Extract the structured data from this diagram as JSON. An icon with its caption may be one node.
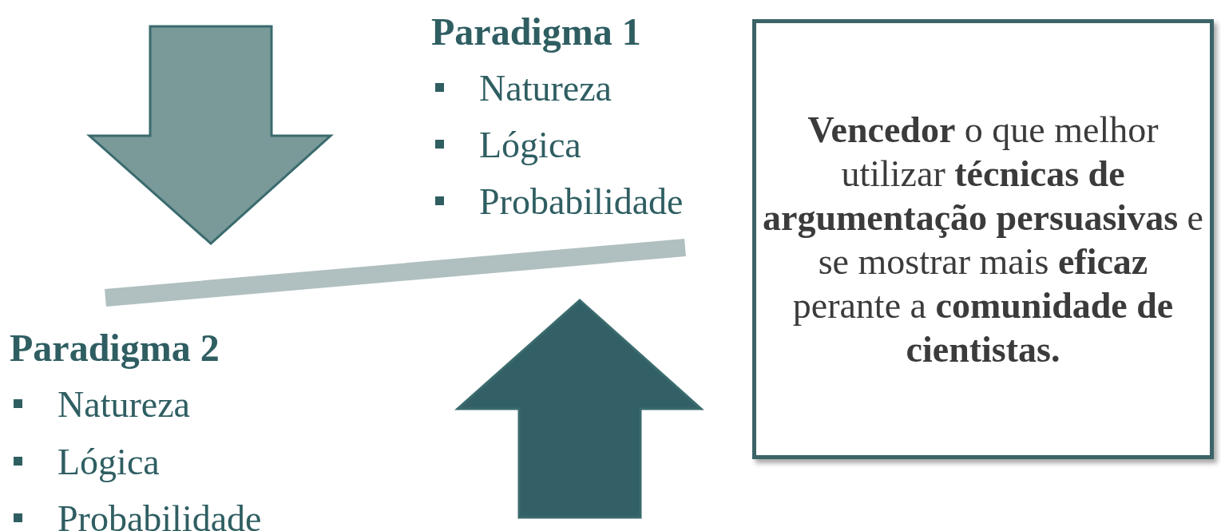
{
  "diagram": {
    "nodes": [
      {
        "text": [
          "**Vencedor** o que melhor utilizar **técnicas de argumentação persuasivas** e se mostrar mais **eficaz** perante a **comunidade de cientistas.**"
        ]
      }
    ],
    "labels": [
      "Paradigma 1",
      "Natureza",
      "Lógica",
      "Probabilidade",
      "Paradigma 2",
      "Natureza",
      "Lógica",
      "Probabilidade"
    ]
  }
}
